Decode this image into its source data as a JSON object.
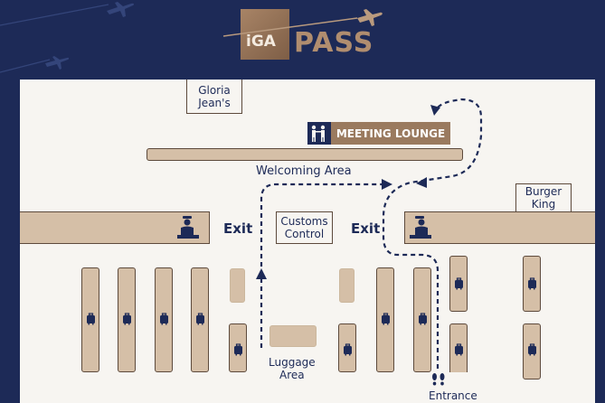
{
  "brand": {
    "logo_text": "iGA",
    "logo_word": "PASS"
  },
  "map": {
    "gloria_jeans": "Gloria\nJean's",
    "meeting_lounge": "MEETING LOUNGE",
    "welcoming_area": "Welcoming Area",
    "burger_king": "Burger\nKing",
    "customs_control": "Customs\nControl",
    "exit_left": "Exit",
    "exit_right": "Exit",
    "luggage_area": "Luggage\nArea",
    "entrance": "Entrance"
  },
  "colors": {
    "navy": "#1d2a57",
    "tan": "#d5bfa7",
    "bronze": "#9a7a5f",
    "floor": "#f7f5f1"
  },
  "icons": [
    "airplane-icon",
    "meeting-people-icon",
    "officer-icon",
    "luggage-icon",
    "footprints-icon"
  ]
}
